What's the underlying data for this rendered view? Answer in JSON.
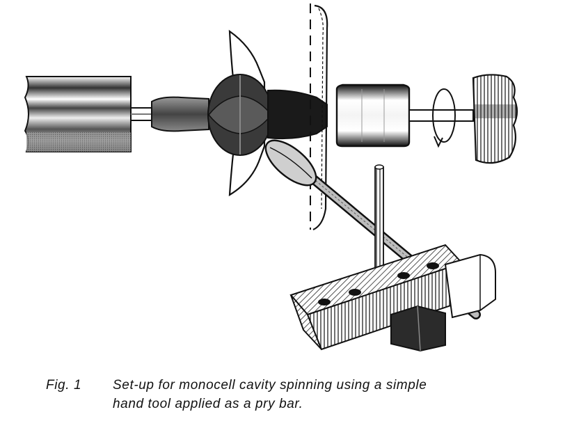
{
  "caption": {
    "label": "Fig. 1",
    "line1": "Set-up for monocell cavity spinning using a simple",
    "line2": "hand tool applied as a pry bar."
  },
  "colors": {
    "ink": "#111111",
    "dark_fill": "#2a2a2a",
    "mid_fill": "#7a7a7a",
    "light_fill": "#d0d0d0",
    "paper": "#ffffff"
  }
}
